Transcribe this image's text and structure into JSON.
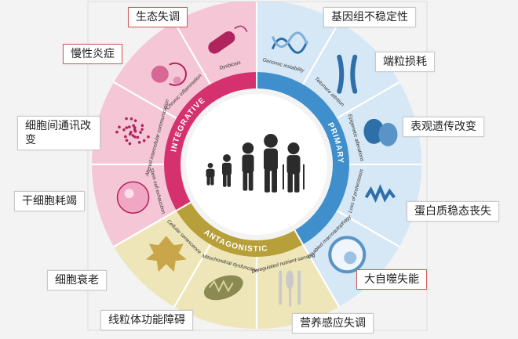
{
  "wheel": {
    "sections": {
      "integrative": "INTEGRATIVE",
      "primary": "PRIMARY",
      "antagonistic": "ANTAGONISTIC"
    },
    "hallmarks": [
      {
        "key": "dysbiosis",
        "en": "Dysbiosis",
        "zh": "生态失调",
        "icon": "bacterium-icon"
      },
      {
        "key": "chronic_inflammation",
        "en": "Chronic inflammation",
        "zh": "慢性炎症",
        "icon": "immune-cell-icon"
      },
      {
        "key": "altered_communication",
        "en": "Altered intercellular communication",
        "zh": "细胞间通讯改变",
        "icon": "dot-cluster-icon"
      },
      {
        "key": "stem_cell_exhaustion",
        "en": "Stem cell exhaustion",
        "zh": "干细胞耗竭",
        "icon": "stem-cell-icon"
      },
      {
        "key": "cellular_senescence",
        "en": "Cellular senescence",
        "zh": "细胞衰老",
        "icon": "leaf-icon"
      },
      {
        "key": "mitochondrial_dysfunction",
        "en": "Mitochondrial dysfunction",
        "zh": "线粒体功能障碍",
        "icon": "mitochondrion-icon"
      },
      {
        "key": "deregulated_nutrient_sensing",
        "en": "Deregulated nutrient-sensing",
        "zh": "营养感应失调",
        "icon": "cutlery-icon"
      },
      {
        "key": "disabled_macroautophagy",
        "en": "Disabled macroautophagy",
        "zh": "大自噬失能",
        "icon": "vesicle-icon"
      },
      {
        "key": "loss_of_proteostasis",
        "en": "Loss of proteostasis",
        "zh": "蛋白质稳态丧失",
        "icon": "protein-icon"
      },
      {
        "key": "epigenetic_alterations",
        "en": "Epigenetic alterations",
        "zh": "表观遗传改变",
        "icon": "nucleosome-icon"
      },
      {
        "key": "telomere_attrition",
        "en": "Telomere attrition",
        "zh": "端粒损耗",
        "icon": "chromosome-icon"
      },
      {
        "key": "genomic_instability",
        "en": "Genomic instability",
        "zh": "基因组不稳定性",
        "icon": "dna-icon"
      }
    ]
  },
  "callouts": {
    "dysbiosis": "生态失调",
    "chronic_inflammation": "慢性炎症",
    "altered_communication": "细胞间通讯改变",
    "stem_cell_exhaustion": "干细胞耗竭",
    "cellular_senescence": "细胞衰老",
    "mitochondrial_dysfunction": "线粒体功能障碍",
    "deregulated_nutrient_sensing": "营养感应失调",
    "disabled_macroautophagy": "大自噬失能",
    "loss_of_proteostasis": "蛋白质稳态丧失",
    "epigenetic_alterations": "表观遗传改变",
    "telomere_attrition": "端粒损耗",
    "genomic_instability": "基因组不稳定性"
  },
  "colors": {
    "integrative": "#d6316f",
    "primary": "#3f8fcc",
    "antagonistic": "#b7a03a",
    "integrative_light": "#f4c6d6",
    "primary_light": "#d6e7f5",
    "antagonistic_light": "#eee6b8"
  }
}
